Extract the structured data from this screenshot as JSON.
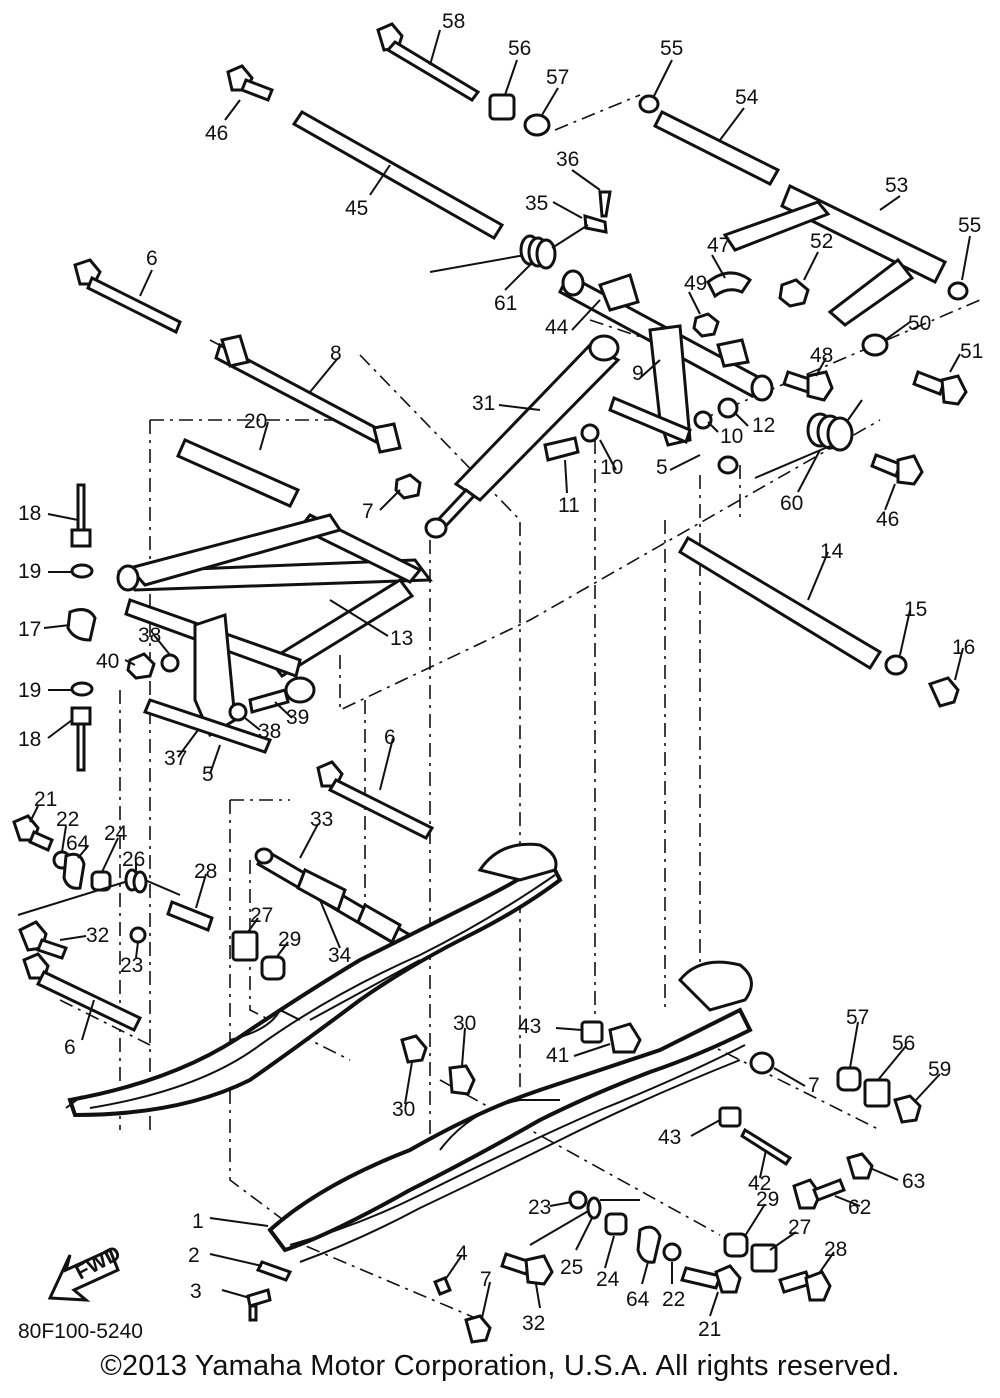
{
  "diagram_code": "80F100-5240",
  "fwd_label": "FWD",
  "copyright": "©2013 Yamaha Motor Corporation, U.S.A. All rights reserved.",
  "callouts": [
    "58",
    "56",
    "55",
    "57",
    "54",
    "46",
    "45",
    "36",
    "35",
    "53",
    "55",
    "47",
    "52",
    "61",
    "6",
    "49",
    "44",
    "50",
    "8",
    "48",
    "51",
    "9",
    "31",
    "10",
    "12",
    "20",
    "11",
    "10",
    "5",
    "60",
    "46",
    "7",
    "18",
    "19",
    "14",
    "17",
    "38",
    "13",
    "15",
    "16",
    "40",
    "19",
    "39",
    "38",
    "18",
    "6",
    "37",
    "5",
    "21",
    "22",
    "64",
    "24",
    "26",
    "28",
    "33",
    "32",
    "27",
    "29",
    "34",
    "23",
    "6",
    "30",
    "43",
    "41",
    "57",
    "56",
    "59",
    "7",
    "30",
    "43",
    "42",
    "63",
    "23",
    "62",
    "1",
    "29",
    "2",
    "4",
    "27",
    "28",
    "25",
    "24",
    "64",
    "22",
    "3",
    "7",
    "32",
    "21"
  ]
}
